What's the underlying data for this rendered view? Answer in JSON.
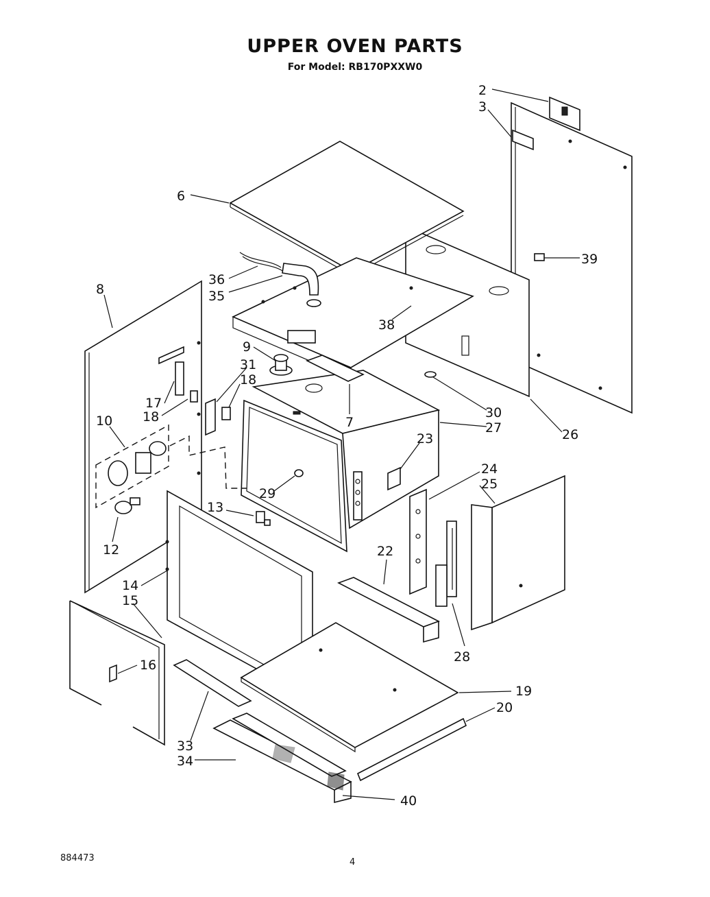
{
  "header": {
    "title": "UPPER OVEN PARTS",
    "model_line": "For Model: RB170PXXW0"
  },
  "callouts": {
    "p2": "2",
    "p3": "3",
    "p6": "6",
    "p7": "7",
    "p8": "8",
    "p9": "9",
    "p10": "10",
    "p12": "12",
    "p13": "13",
    "p14": "14",
    "p15": "15",
    "p16": "16",
    "p17": "17",
    "p18a": "18",
    "p18b": "18",
    "p19": "19",
    "p20": "20",
    "p22": "22",
    "p23": "23",
    "p24": "24",
    "p25": "25",
    "p26": "26",
    "p27": "27",
    "p28": "28",
    "p29": "29",
    "p30": "30",
    "p31": "31",
    "p33": "33",
    "p34": "34",
    "p35": "35",
    "p36": "36",
    "p38": "38",
    "p39": "39",
    "p40": "40"
  },
  "footer": {
    "doc_number": "884473",
    "page_number": "4"
  }
}
